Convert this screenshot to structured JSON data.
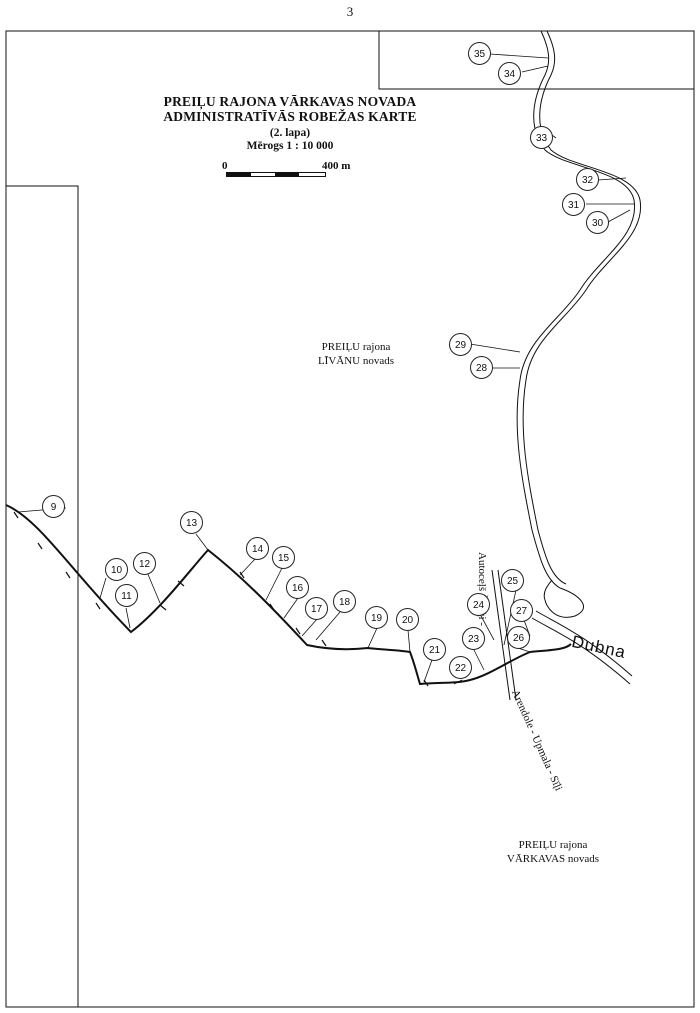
{
  "page_number": "3",
  "title": {
    "line1": "PREIĻU RAJONA VĀRKAVAS NOVADA",
    "line2": "ADMINISTRATĪVĀS ROBEŽAS KARTE",
    "sheet": "(2. lapa)",
    "scale": "Mērogs 1 : 10 000"
  },
  "scale_bar": {
    "start": "0",
    "end": "400 m"
  },
  "areas": {
    "livani": {
      "line1": "PREIĻU rajona",
      "line2": "LĪVĀNU novads"
    },
    "varkava": {
      "line1": "PREIĻU rajona",
      "line2": "VĀRKAVAS novads"
    }
  },
  "river": "Dubna",
  "roads": {
    "spogi": "Autoceļš Špoģi -",
    "arendole": "Arendole - Upmala - Sīļi"
  },
  "markers": [
    "9",
    "10",
    "11",
    "12",
    "13",
    "14",
    "15",
    "16",
    "17",
    "18",
    "19",
    "20",
    "21",
    "22",
    "23",
    "24",
    "25",
    "26",
    "27",
    "28",
    "29",
    "30",
    "31",
    "32",
    "33",
    "34",
    "35"
  ],
  "colors": {
    "ink": "#111111",
    "paper": "#ffffff"
  }
}
